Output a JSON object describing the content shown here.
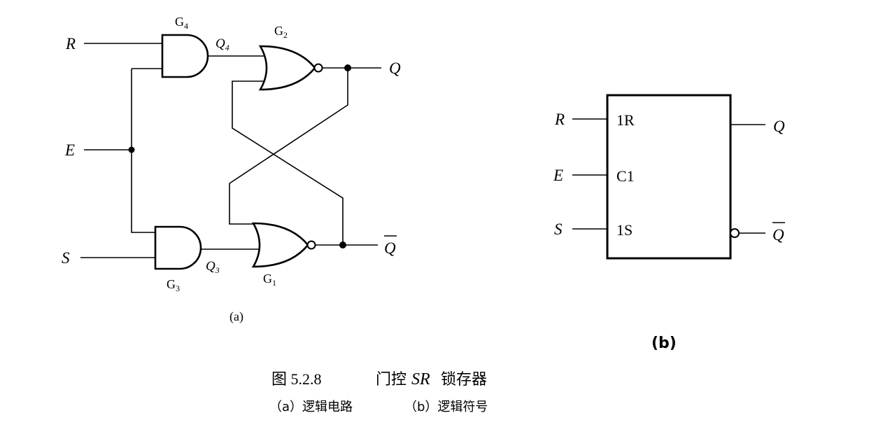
{
  "circuit_a": {
    "inputs": {
      "r": "R",
      "e": "E",
      "s": "S"
    },
    "outputs": {
      "q": "Q",
      "q_bar": "Q"
    },
    "gates": {
      "g4": "G",
      "g4_sub": "4",
      "g2": "G",
      "g2_sub": "2",
      "g3": "G",
      "g3_sub": "3",
      "g1": "G",
      "g1_sub": "1"
    },
    "nodes": {
      "q4": "Q",
      "q4_sub": "4",
      "q3": "Q",
      "q3_sub": "3"
    },
    "caption": "(a)"
  },
  "symbol_b": {
    "inputs": {
      "r": "R",
      "e": "E",
      "s": "S"
    },
    "box_labels": {
      "r": "1R",
      "c": "C1",
      "s": "1S"
    },
    "outputs": {
      "q": "Q",
      "q_bar": "Q"
    },
    "caption": "(b)"
  },
  "figure_caption": {
    "number": "图 5.2.8",
    "title_prefix": "门控",
    "title_sr": "SR",
    "title_suffix": "锁存器",
    "sub_a": "（a）逻辑电路",
    "sub_b": "（b）逻辑符号"
  }
}
